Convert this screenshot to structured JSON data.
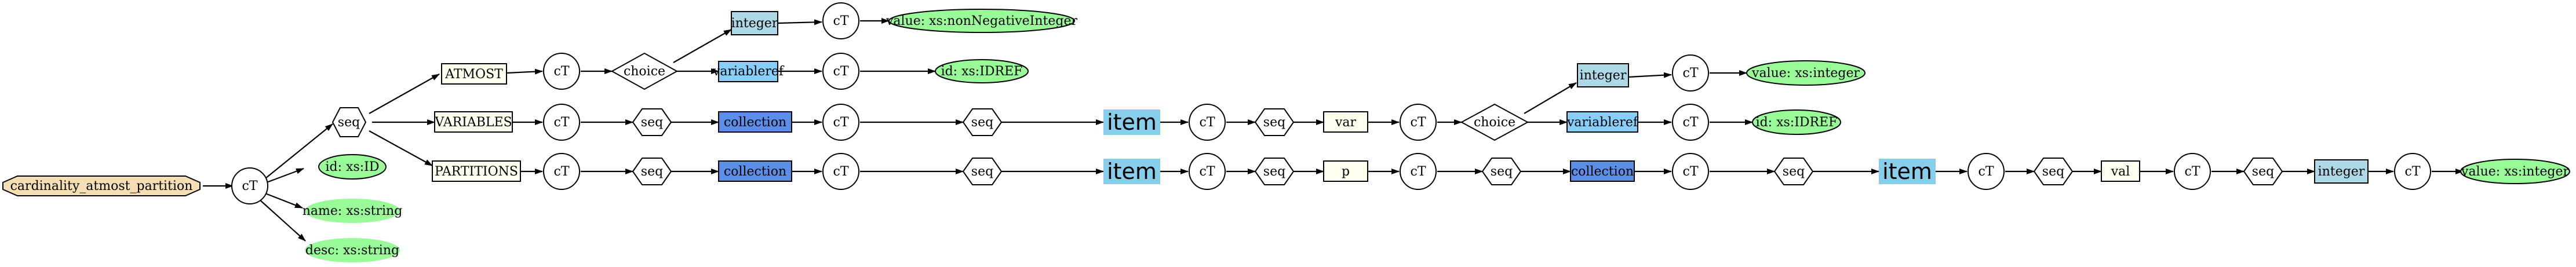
{
  "title": "",
  "colors": {
    "root": "#f5deb3",
    "attribute": "#98fb98",
    "element": "#fffff0",
    "collection": "#5b8ee6",
    "item": "#87ceeb",
    "integer": "#add8e6",
    "variableref": "#87cefa",
    "line": "#000000",
    "background": "#ffffff"
  },
  "nodes": {
    "root": "cardinality_atmost_partition",
    "ct_root": "cT",
    "seq_root": "seq",
    "attr_id": "id: xs:ID",
    "attr_name": "name: xs:string",
    "attr_desc": "desc: xs:string",
    "atmost": "ATMOST",
    "ct_atmost": "cT",
    "choice_atmost": "choice",
    "integer_atmost": "integer",
    "ct_integer_atmost": "cT",
    "value_nonneg": "value: xs:nonNegativeInteger",
    "varref_atmost": "variableref",
    "ct_varref_atmost": "cT",
    "id_idref_atmost": "id: xs:IDREF",
    "variables": "VARIABLES",
    "ct_variables": "cT",
    "seq_variables": "seq",
    "collection_variables": "collection",
    "ct_collection_variables": "cT",
    "seq_collection_variables": "seq",
    "item_variables": "item",
    "ct_item_variables": "cT",
    "seq_item_variables": "seq",
    "var": "var",
    "ct_var": "cT",
    "choice_var": "choice",
    "integer_var": "integer",
    "ct_integer_var": "cT",
    "value_integer_var": "value: xs:integer",
    "varref_var": "variableref",
    "ct_varref_var": "cT",
    "id_idref_var": "id: xs:IDREF",
    "partitions": "PARTITIONS",
    "ct_partitions": "cT",
    "seq_partitions": "seq",
    "collection_partitions": "collection",
    "ct_collection_partitions": "cT",
    "seq_collection_partitions": "seq",
    "item_partitions": "item",
    "ct_item_partitions": "cT",
    "seq_item_partitions": "seq",
    "p": "p",
    "ct_p": "cT",
    "seq_p": "seq",
    "collection_p": "collection",
    "ct_collection_p": "cT",
    "seq_collection_p": "seq",
    "item_p": "item",
    "ct_item_p": "cT",
    "seq_item_p": "seq",
    "val": "val",
    "ct_val": "cT",
    "seq_val": "seq",
    "integer_val": "integer",
    "ct_integer_val": "cT",
    "value_integer_val": "value: xs:integer"
  }
}
